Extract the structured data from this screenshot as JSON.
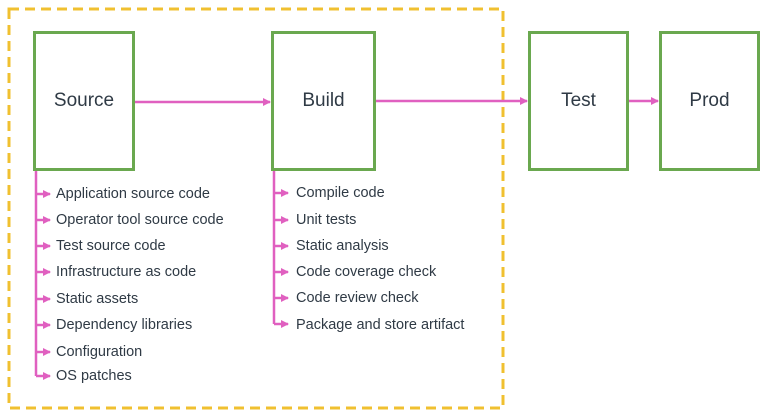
{
  "colors": {
    "group_border": "#f0c030",
    "stage_border": "#6aa84f",
    "arrow": "#e060c0",
    "text": "#2f3a45"
  },
  "stages": {
    "source": "Source",
    "build": "Build",
    "test": "Test",
    "prod": "Prod"
  },
  "source_items": [
    "Application source code",
    "Operator tool source code",
    "Test source code",
    "Infrastructure as code",
    "Static assets",
    "Dependency libraries",
    "Configuration",
    "OS patches"
  ],
  "build_items": [
    "Compile code",
    "Unit tests",
    "Static analysis",
    "Code coverage check",
    "Code review check",
    "Package and store artifact"
  ]
}
